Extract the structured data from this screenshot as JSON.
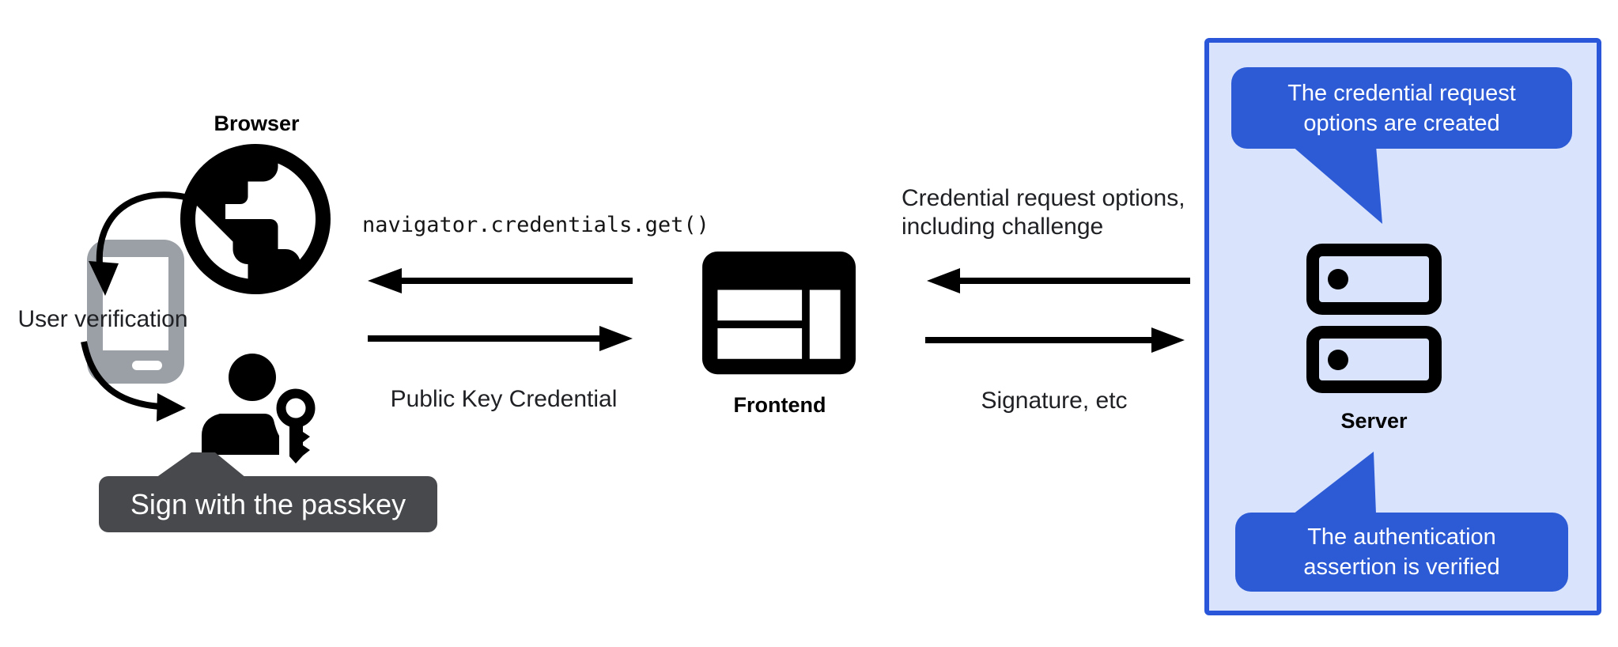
{
  "nodes": {
    "browser": {
      "label": "Browser"
    },
    "phone": {
      "label": "User verification"
    },
    "passkey_prompt": {
      "label": "Sign with the passkey"
    },
    "frontend": {
      "label": "Frontend"
    },
    "server": {
      "label": "Server"
    }
  },
  "flows": {
    "to_browser": {
      "label": "navigator.credentials.get()"
    },
    "from_browser": {
      "label": "Public Key Credential"
    },
    "to_frontend": {
      "line1": "Credential request options,",
      "line2": "including challenge"
    },
    "from_frontend": {
      "label": "Signature, etc"
    }
  },
  "callouts": {
    "top": {
      "line1": "The credential request",
      "line2": "options are created"
    },
    "bottom": {
      "line1": "The authentication",
      "line2": "assertion is verified"
    }
  },
  "colors": {
    "canvas_bg": "#ffffff",
    "ink": "#000000",
    "label_text": "#202124",
    "phone_gray": "#9aa0a6",
    "tooltip_bg": "#47494c",
    "tooltip_text": "#ffffff",
    "callout_blue": "#2d5bd6",
    "panel_border": "#2a57d9",
    "panel_bg": "#d9e4fc",
    "callout_text": "#ffffff"
  }
}
